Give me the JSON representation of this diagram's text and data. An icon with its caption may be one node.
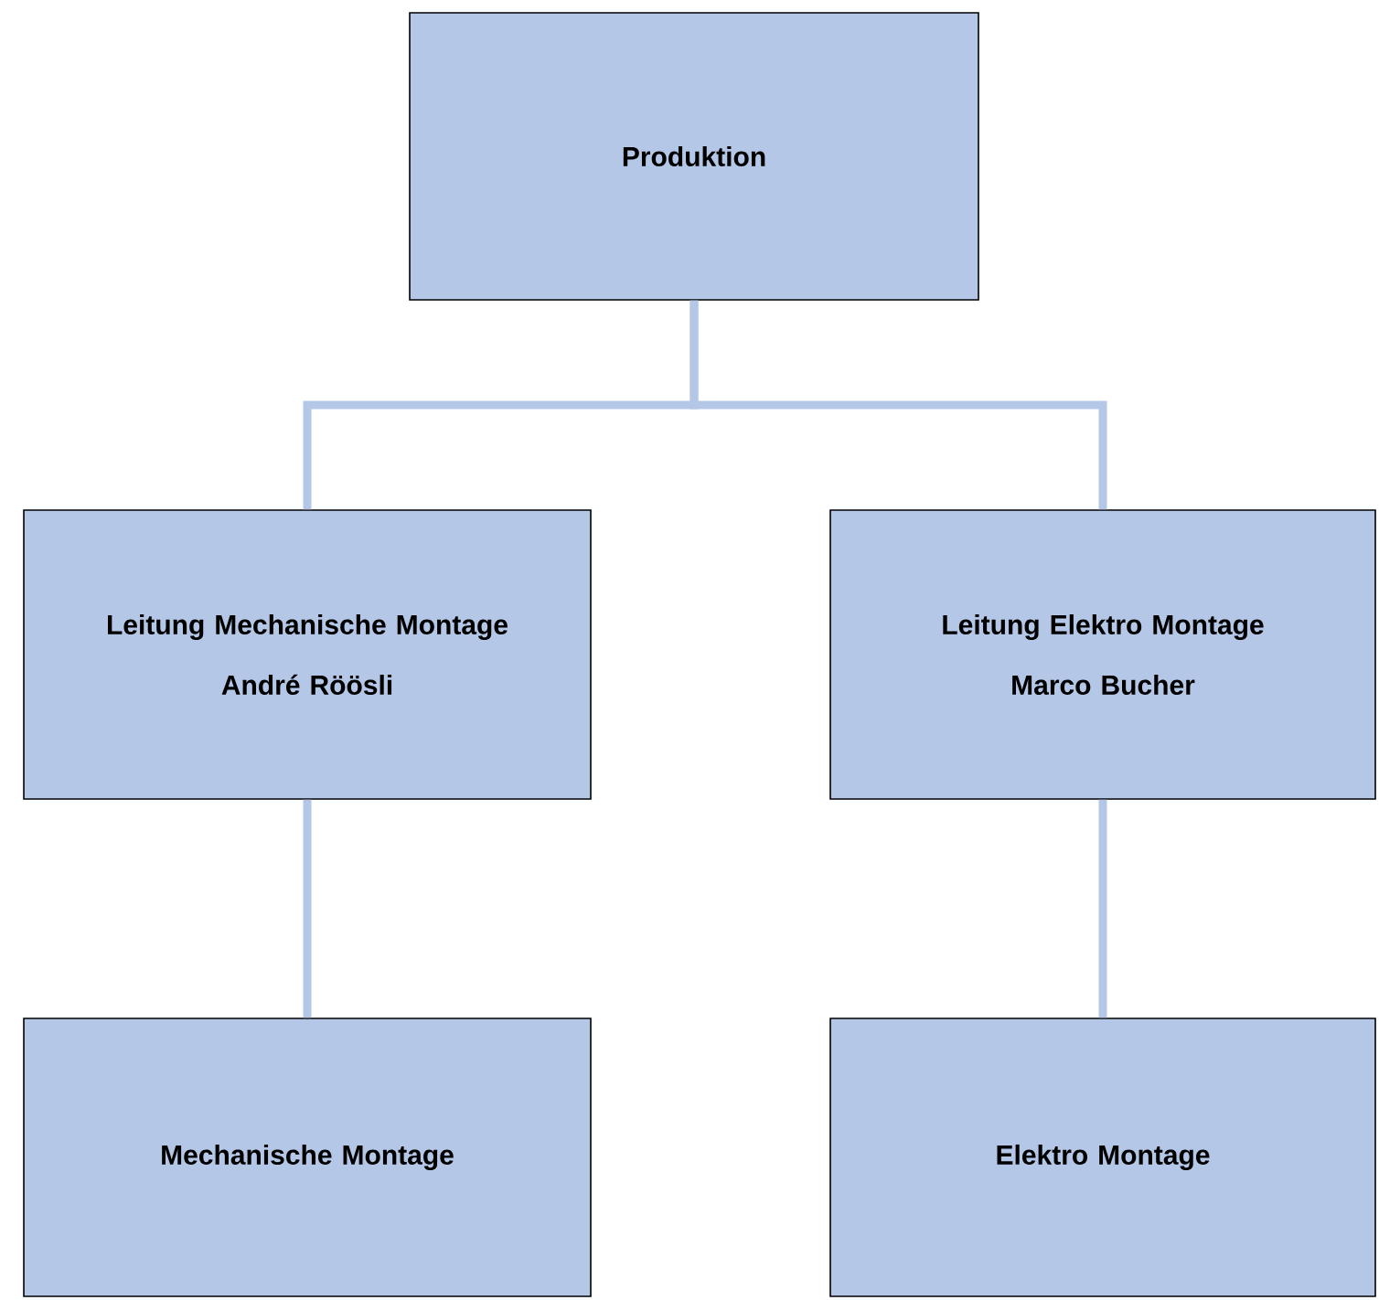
{
  "diagram": {
    "nodes": [
      {
        "text": [
          "Produktion"
        ]
      },
      {
        "text": [
          "Leitung Mechanische Montage",
          "André Röösli"
        ]
      },
      {
        "text": [
          "Leitung Elektro Montage",
          "Marco Bucher"
        ]
      },
      {
        "text": [
          "Mechanische Montage"
        ]
      },
      {
        "text": [
          "Elektro Montage"
        ]
      }
    ],
    "edges": [
      {
        "from": 0,
        "to": 1,
        "arrow": "none"
      },
      {
        "from": 0,
        "to": 2,
        "arrow": "none"
      },
      {
        "from": 1,
        "to": 3,
        "arrow": "none"
      },
      {
        "from": 2,
        "to": 4,
        "arrow": "none"
      }
    ]
  }
}
